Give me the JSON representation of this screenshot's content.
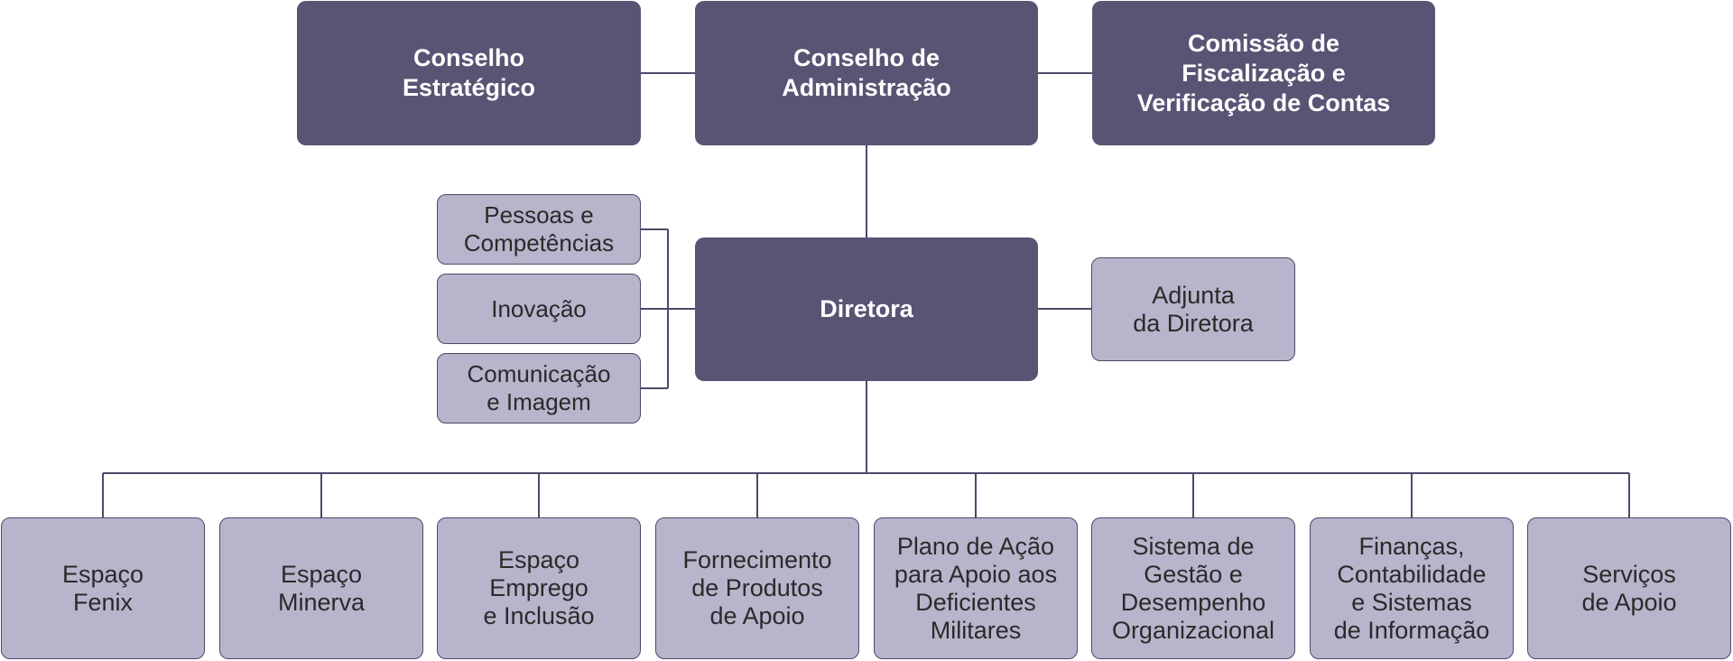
{
  "colors": {
    "dark_box": "#5b5374",
    "light_box": "#b8b4cb",
    "connector": "#4f4869"
  },
  "top": {
    "conselho_estrategico": "Conselho\nEstratégico",
    "conselho_administracao": "Conselho de\nAdministração",
    "comissao_fiscalizacao": "Comissão de\nFiscalização e\nVerificação de Contas"
  },
  "middle": {
    "diretora": "Diretora",
    "adjunta": "Adjunta\nda Diretora",
    "left_units": [
      "Pessoas e\nCompetências",
      "Inovação",
      "Comunicação\ne Imagem"
    ]
  },
  "departments": [
    "Espaço\nFenix",
    "Espaço\nMinerva",
    "Espaço\nEmprego\ne Inclusão",
    "Fornecimento\nde Produtos\nde Apoio",
    "Plano de Ação\npara Apoio aos\nDeficientes\nMilitares",
    "Sistema de\nGestão e\nDesempenho\nOrganizacional",
    "Finanças,\nContabilidade\ne Sistemas\nde Informação",
    "Serviços\nde Apoio"
  ]
}
